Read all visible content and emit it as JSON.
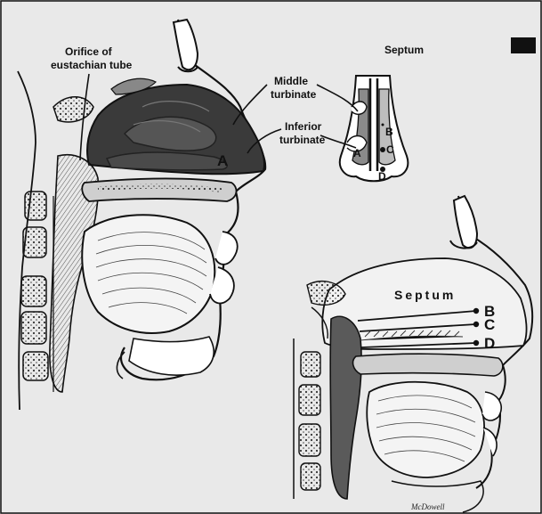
{
  "labels": {
    "orifice_line1": "Orifice of",
    "orifice_line2": "eustachian tube",
    "middle_line1": "Middle",
    "middle_line2": "turbinate",
    "inferior_line1": "Inferior",
    "inferior_line2": "turbinate",
    "septum_top": "Septum",
    "septum_bottom": "Septum",
    "letter_a_left": "A",
    "front_a": "A",
    "front_b": "B",
    "front_c": "C",
    "front_d": "D",
    "right_b": "B",
    "right_c": "C",
    "right_d": "D"
  },
  "signature": "McDowell"
}
